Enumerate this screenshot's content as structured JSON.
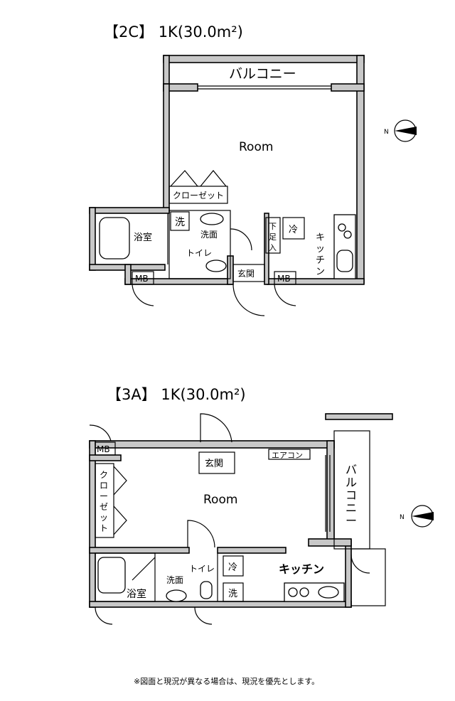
{
  "plan_2c": {
    "heading": "【2C】 1K(30.0m²)",
    "balcony": "バルコニー",
    "room": "Room",
    "closet": "クローゼット",
    "bath": "浴室",
    "wash_mark": "洗",
    "washroom": "洗面",
    "toilet": "トイレ",
    "entrance": "玄関",
    "shoe_box": [
      "下",
      "足",
      "入"
    ],
    "fridge": "冷",
    "kitchen": [
      "キ",
      "ッ",
      "チ",
      "ン"
    ],
    "mb_left": "MB",
    "mb_right": "MB",
    "compass": "N"
  },
  "plan_3a": {
    "heading": "【3A】 1K(30.0m²)",
    "mb": "MB",
    "entrance": "玄関",
    "aircon": "エアコン",
    "room": "Room",
    "closet": [
      "ク",
      "ロ",
      "ー",
      "ゼ",
      "ッ",
      "ト"
    ],
    "balcony": [
      "バ",
      "ル",
      "コ",
      "ニ",
      "ー"
    ],
    "fridge": "冷",
    "kitchen": "キッチン",
    "toilet": "トイレ",
    "washroom": "洗面",
    "wash_mark": "洗",
    "bath": "浴室",
    "compass": "N"
  },
  "footnote": "※図面と現況が異なる場合は、現況を優先とします。"
}
